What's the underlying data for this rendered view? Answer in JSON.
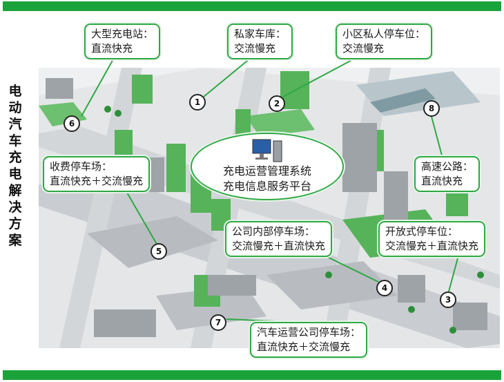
{
  "title": "电动汽车充电解决方案",
  "center": {
    "line1": "充电运营管理系统",
    "line2": "充电信息服务平台"
  },
  "callouts": [
    {
      "id": "large-station",
      "line1": "大型充电站：",
      "line2": "直流快充"
    },
    {
      "id": "private-garage",
      "line1": "私家车库：",
      "line2": "交流慢充"
    },
    {
      "id": "community-parking",
      "line1": "小区私人停车位：",
      "line2": "交流慢充"
    },
    {
      "id": "toll-parking",
      "line1": "收费停车场：",
      "line2": "直流快充＋交流慢充"
    },
    {
      "id": "highway",
      "line1": "高速公路：",
      "line2": "直流快充"
    },
    {
      "id": "company-parking",
      "line1": "公司内部停车场：",
      "line2": "交流慢充＋直流快充"
    },
    {
      "id": "open-parking",
      "line1": "开放式停车位：",
      "line2": "交流慢充＋直流快充"
    },
    {
      "id": "operator-parking",
      "line1": "汽车运营公司停车场：",
      "line2": "直流快充＋交流慢充"
    }
  ],
  "markers": [
    "1",
    "2",
    "3",
    "4",
    "5",
    "6",
    "7",
    "8"
  ],
  "colors": {
    "accent": "#1aa33a",
    "building": "#56b35a",
    "road": "#c9ccd0"
  }
}
